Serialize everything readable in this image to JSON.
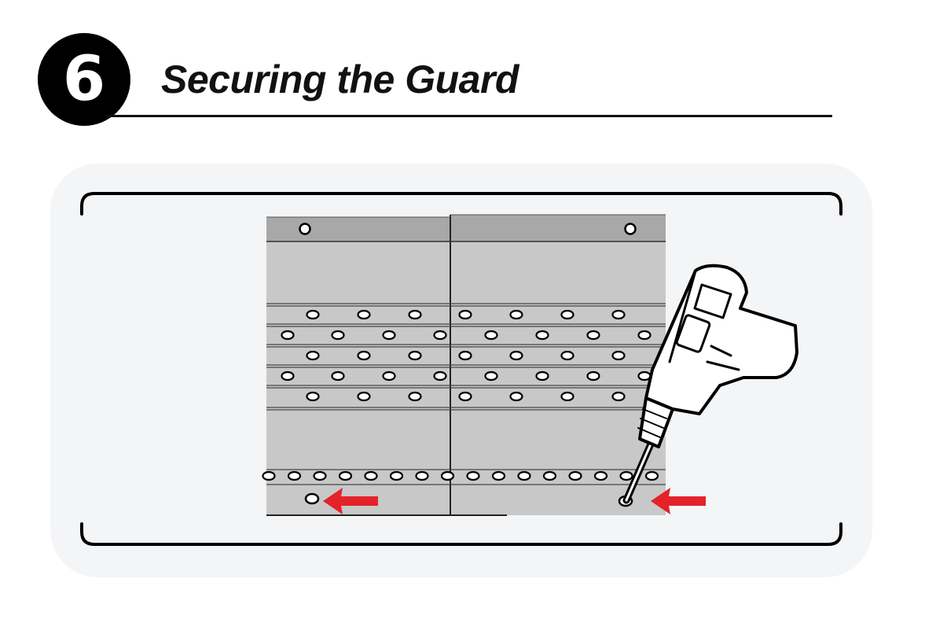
{
  "step": {
    "number": "6",
    "title": "Securing the Guard"
  },
  "colors": {
    "badge": "#000000",
    "panel_background": "#f4f5f7",
    "guard_fill": "#c8c8c8",
    "guard_top_band": "#a8a8a8",
    "arrow": "#e4222a"
  },
  "illustration": {
    "guard_sections": 2,
    "arrows": [
      "arrow-left-icon",
      "arrow-left-icon"
    ],
    "tool": "drill-icon"
  }
}
